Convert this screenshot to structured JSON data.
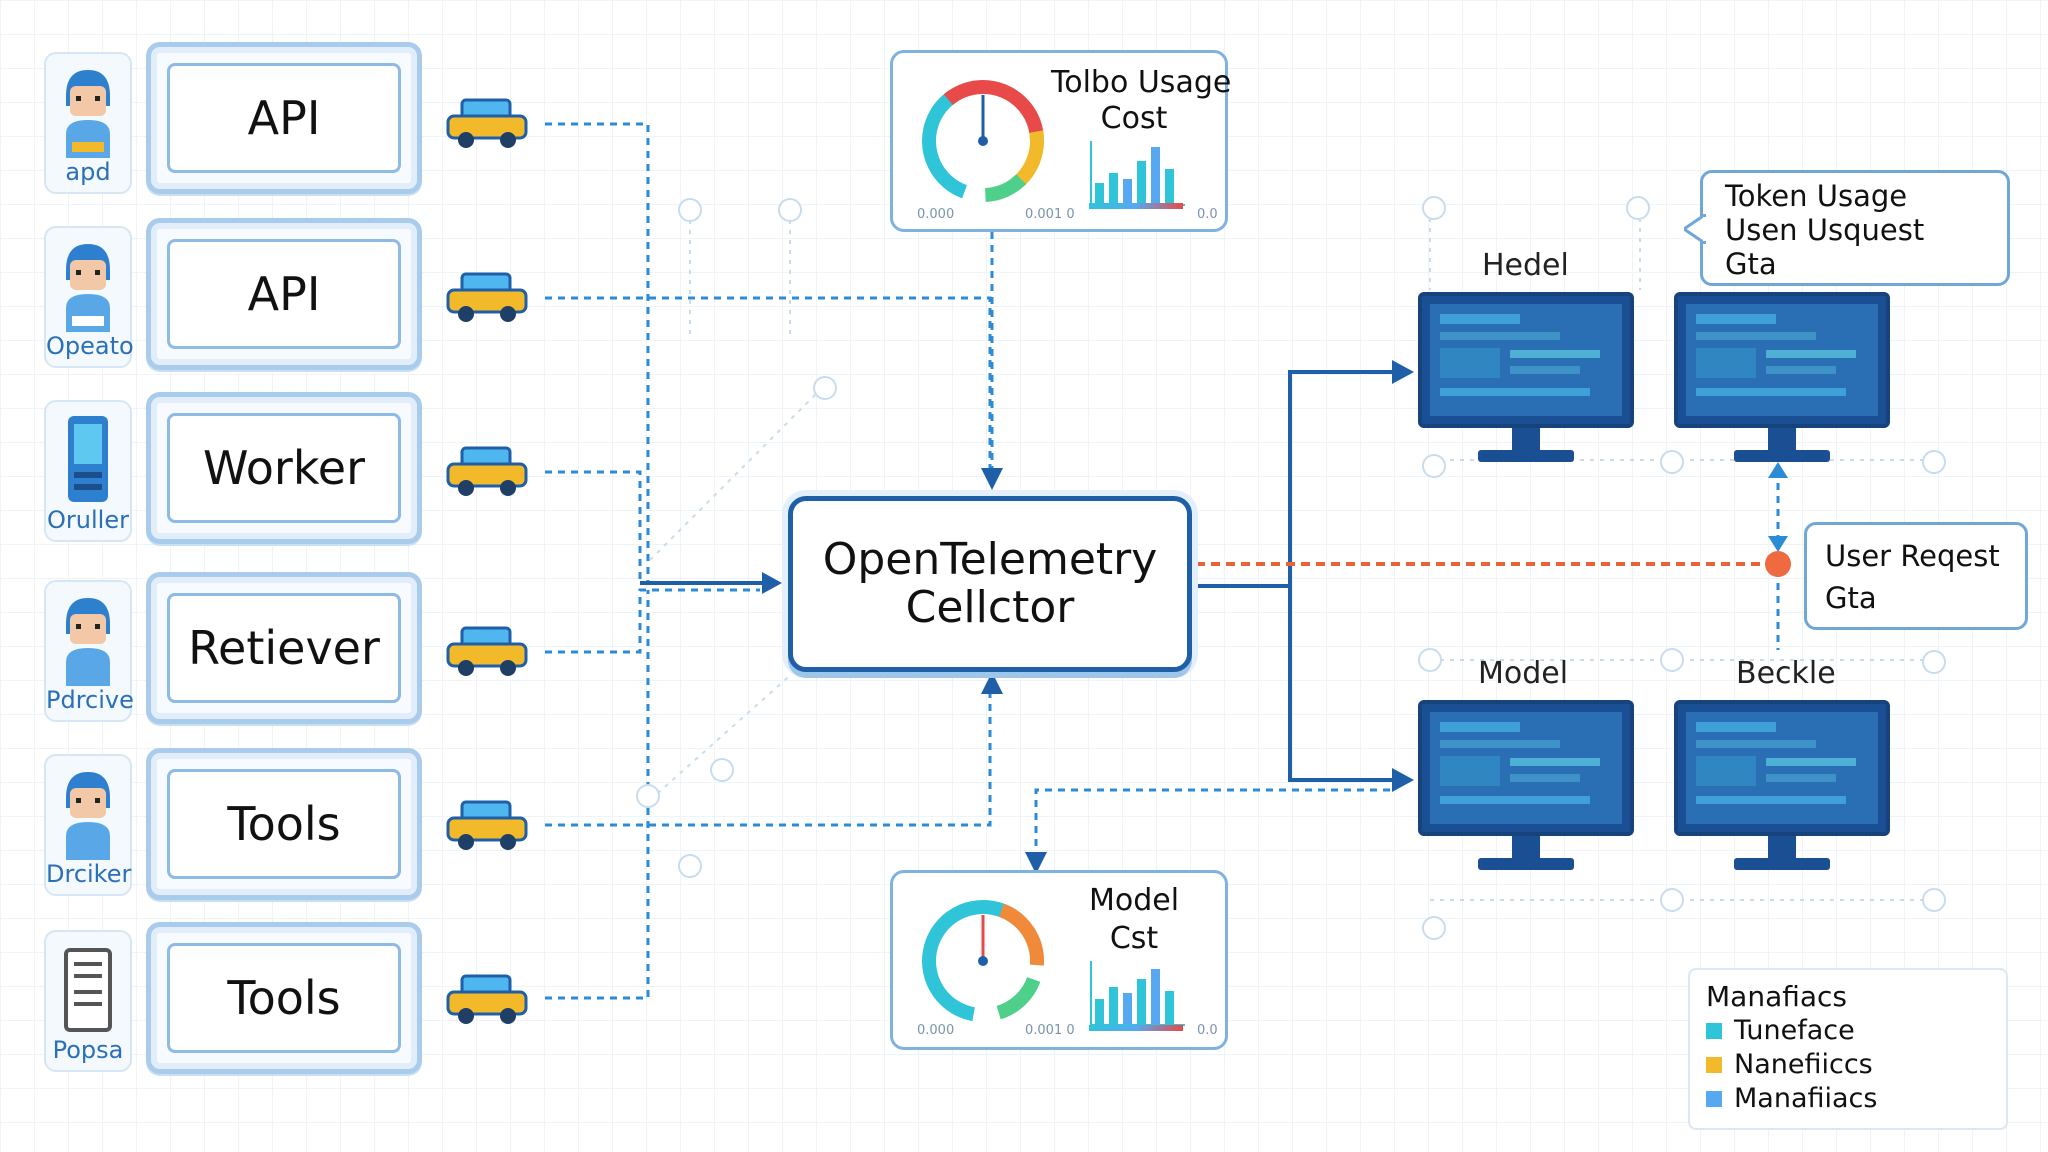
{
  "colors": {
    "primary_blue": "#1f5fa8",
    "dashed_blue": "#2b8bd6",
    "dashed_orange": "#e8633a",
    "accent_teal": "#2fc4d8",
    "accent_yellow": "#f2b92b",
    "accent_light_blue": "#56a8f0"
  },
  "sources": [
    {
      "label": "API",
      "avatar_label": "apd",
      "avatar_icon": "person-icon"
    },
    {
      "label": "API",
      "avatar_label": "Opeato",
      "avatar_icon": "person-icon"
    },
    {
      "label": "Worker",
      "avatar_label": "Oruller",
      "avatar_icon": "server-icon"
    },
    {
      "label": "Retiever",
      "avatar_label": "Pdrcive",
      "avatar_icon": "person-icon"
    },
    {
      "label": "Tools",
      "avatar_label": "Drciker",
      "avatar_icon": "person-icon"
    },
    {
      "label": "Tools",
      "avatar_label": "Popsa",
      "avatar_icon": "document-icon"
    }
  ],
  "transport_icon": "car-icon",
  "top_panel": {
    "title_line1": "Tolbo Usage",
    "title_line2": "Cost",
    "tick_left": "0.000",
    "tick_mid": "0.001 0",
    "tick_right": "0.0"
  },
  "bottom_panel": {
    "title_line1": "Model",
    "title_line2": "Cst",
    "tick_left": "0.000",
    "tick_mid": "0.001 0",
    "tick_right": "0.0"
  },
  "collector": {
    "line1": "OpenTelemetry",
    "line2": "Cellctor"
  },
  "monitors": [
    {
      "label": "Hedel"
    },
    {
      "label": ""
    },
    {
      "label": "Model"
    },
    {
      "label": "Beckle"
    }
  ],
  "callout_top": {
    "line1": "Token Usage",
    "line2": "Usen Usquest",
    "line3": "Gta"
  },
  "callout_right": {
    "line1": "User Reqest",
    "line2": "Gta"
  },
  "legend": {
    "title": "Manafiacs",
    "items": [
      {
        "label": "Tuneface",
        "color": "#2fc4d8"
      },
      {
        "label": "Nanefiiccs",
        "color": "#f2b92b"
      },
      {
        "label": "Manafiiacs",
        "color": "#56a8f0"
      }
    ]
  }
}
